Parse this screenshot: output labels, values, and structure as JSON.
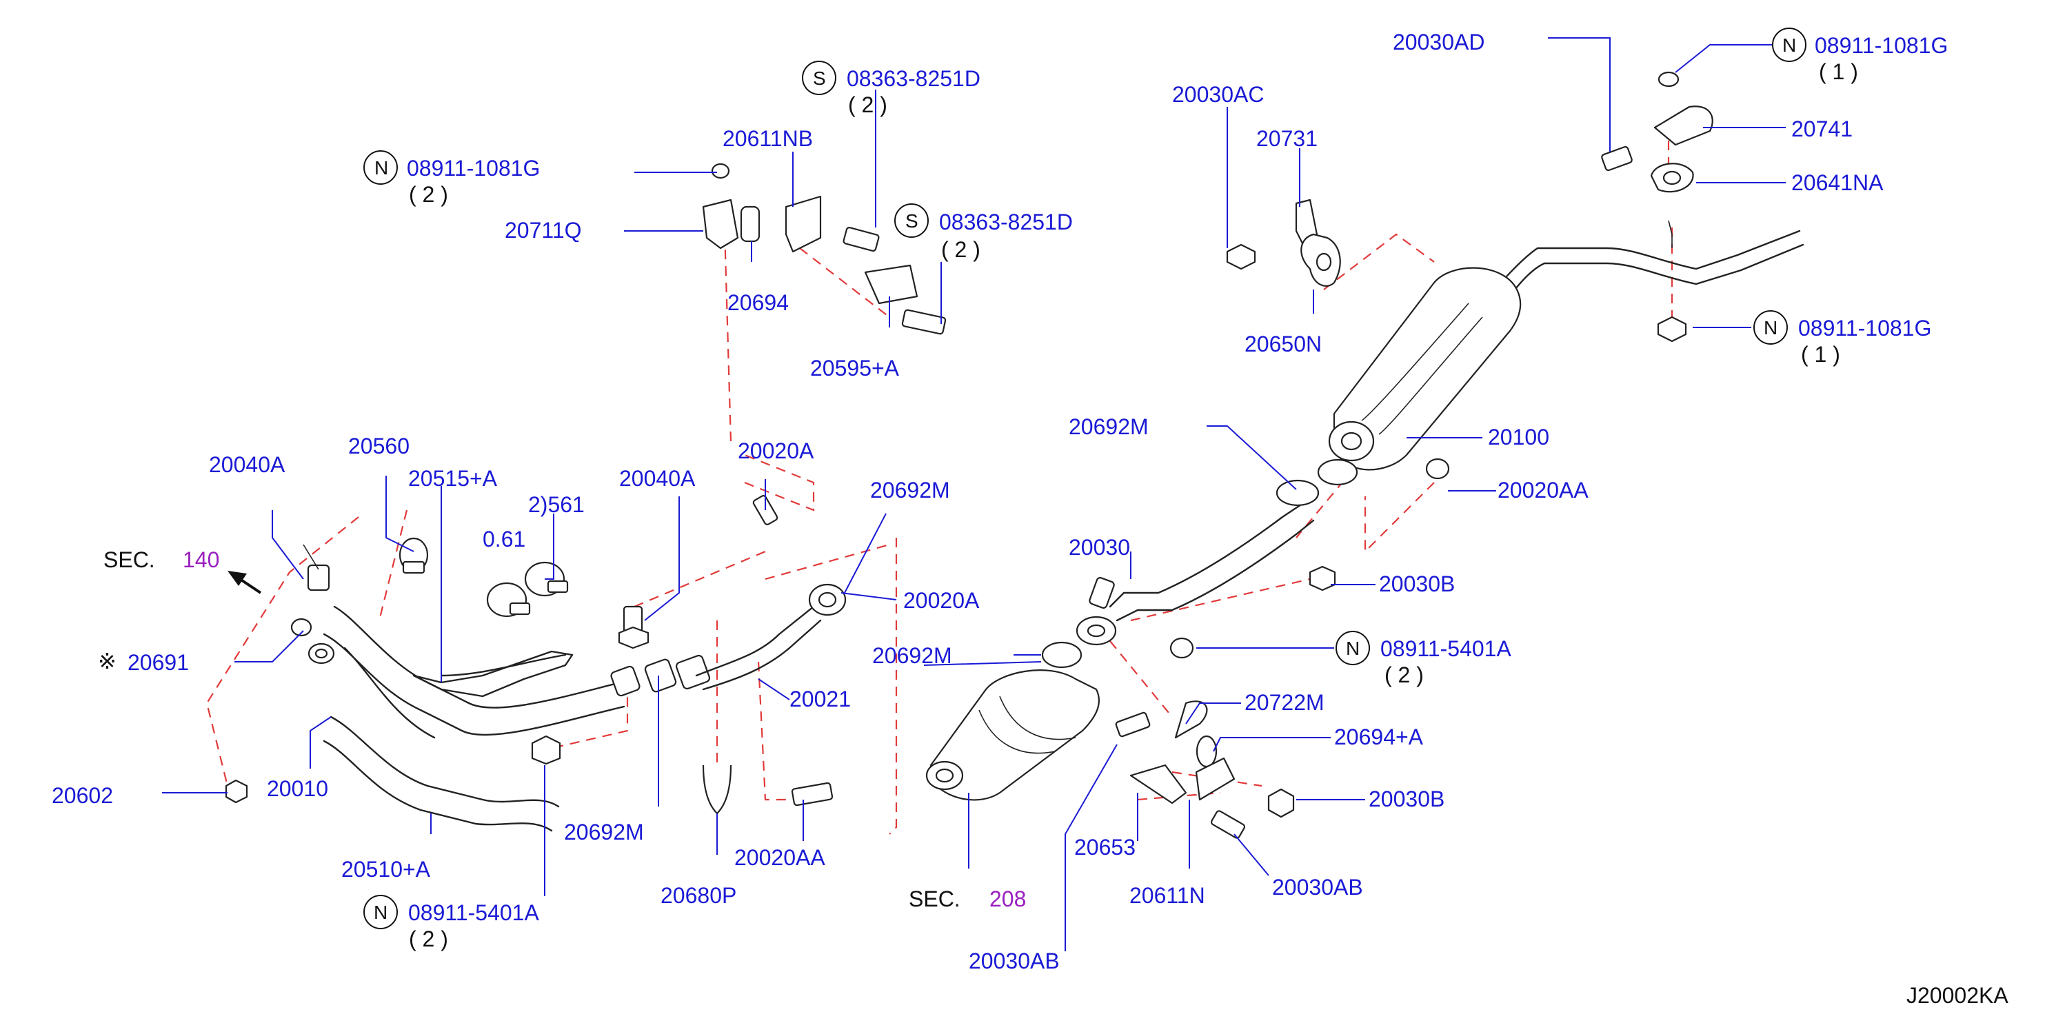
{
  "drawing_code": "J20002KA",
  "sections": [
    {
      "prefix": "SEC.",
      "number": "140"
    },
    {
      "prefix": "SEC.",
      "number": "208"
    }
  ],
  "reference_mark": "※",
  "callouts": {
    "c_20040A_left": "20040A",
    "c_20560": "20560",
    "c_20515A": "20515+A",
    "c_20561a": "2)561",
    "c_20561b": "0.61",
    "c_20040A_mid": "20040A",
    "c_20020A_top": "20020A",
    "c_20692M_a": "20692M",
    "c_20020A_mid": "20020A",
    "c_20692M_b": "20692M",
    "c_20691": "20691",
    "c_20602": "20602",
    "c_20010": "20010",
    "c_20510A": "20510+A",
    "c_20692M_c": "20692M",
    "c_20021": "20021",
    "c_20680P": "20680P",
    "c_20020AA_left": "20020AA",
    "c_20711Q": "20711Q",
    "c_20694": "20694",
    "c_20611NB": "20611NB",
    "c_20595A": "20595+A",
    "c_20030AC": "20030AC",
    "c_20731": "20731",
    "c_20650N": "20650N",
    "c_20030AD": "20030AD",
    "c_20741": "20741",
    "c_20641NA": "20641NA",
    "c_20692M_d": "20692M",
    "c_20100": "20100",
    "c_20020AA_right": "20020AA",
    "c_20030_partial": "20030",
    "c_20030B_a": "20030B",
    "c_20722M": "20722M",
    "c_20694A": "20694+A",
    "c_20030B_b": "20030B",
    "c_20653": "20653",
    "c_20611N": "20611N",
    "c_20030AB_a": "20030AB",
    "c_20030AB_b": "20030AB"
  },
  "std_parts": [
    {
      "symbol": "N",
      "number": "08911-1081G",
      "qty": "( 2 )"
    },
    {
      "symbol": "S",
      "number": "08363-8251D",
      "qty": "( 2 )"
    },
    {
      "symbol": "S",
      "number": "08363-8251D",
      "qty": "( 2 )"
    },
    {
      "symbol": "N",
      "number": "08911-1081G",
      "qty": "( 1 )"
    },
    {
      "symbol": "N",
      "number": "08911-1081G",
      "qty": "( 1 )"
    },
    {
      "symbol": "N",
      "number": "08911-5401A",
      "qty": "( 2 )"
    },
    {
      "symbol": "N",
      "number": "08911-5401A",
      "qty": "( 2 )"
    }
  ]
}
